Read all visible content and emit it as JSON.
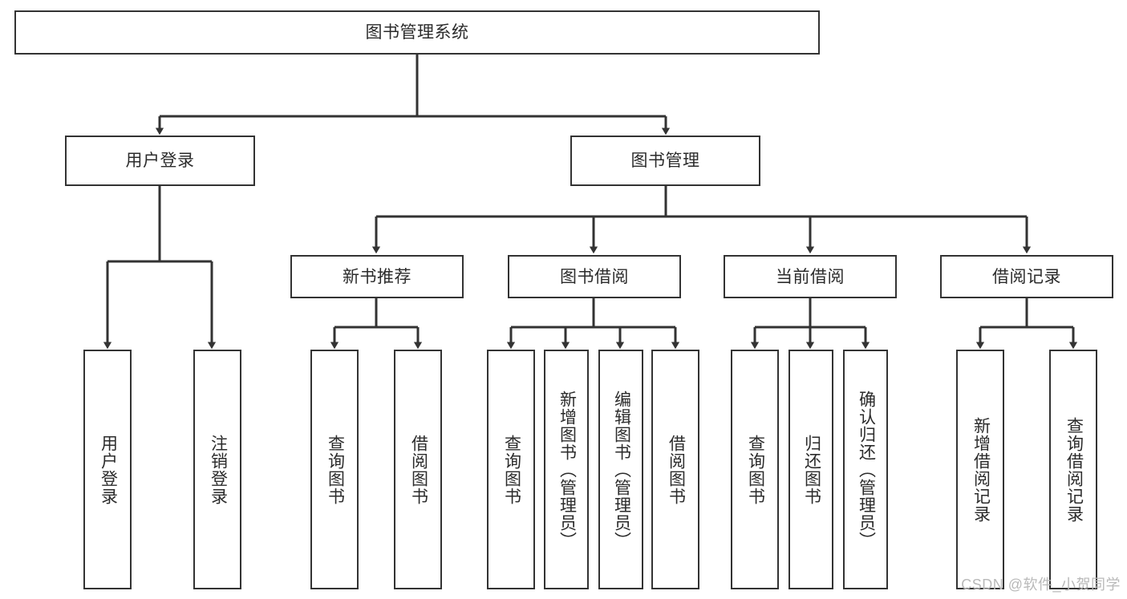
{
  "diagram": {
    "type": "tree-hierarchy-chart",
    "title": "图书管理系统",
    "watermark": "CSDN @软件_小贺同学",
    "colors": {
      "stroke": "#333333",
      "fill": "#ffffff",
      "text": "#2b2b2b",
      "watermark": "#b9b9b9"
    },
    "levels": {
      "level0": [
        {
          "id": "root",
          "label": "图书管理系统",
          "orientation": "horizontal"
        }
      ],
      "level1": [
        {
          "id": "user-login",
          "label": "用户登录",
          "orientation": "horizontal"
        },
        {
          "id": "book-manage",
          "label": "图书管理",
          "orientation": "horizontal"
        }
      ],
      "level2": [
        {
          "id": "new-book-rec",
          "label": "新书推荐",
          "orientation": "horizontal"
        },
        {
          "id": "book-borrow",
          "label": "图书借阅",
          "orientation": "horizontal"
        },
        {
          "id": "current-borrow",
          "label": "当前借阅",
          "orientation": "horizontal"
        },
        {
          "id": "borrow-record",
          "label": "借阅记录",
          "orientation": "horizontal"
        }
      ],
      "level3": [
        {
          "id": "leaf-user-login",
          "label": "用户登录",
          "orientation": "vertical",
          "parent": "user-login"
        },
        {
          "id": "leaf-user-logout",
          "label": "注销登录",
          "orientation": "vertical",
          "parent": "user-login"
        },
        {
          "id": "leaf-query-book-1",
          "label": "查询图书",
          "orientation": "vertical",
          "parent": "new-book-rec"
        },
        {
          "id": "leaf-borrow-book-1",
          "label": "借阅图书",
          "orientation": "vertical",
          "parent": "new-book-rec"
        },
        {
          "id": "leaf-query-book-2",
          "label": "查询图书",
          "orientation": "vertical",
          "parent": "book-borrow"
        },
        {
          "id": "leaf-add-book",
          "label": "新增图书（管理员）",
          "orientation": "vertical",
          "parent": "book-borrow"
        },
        {
          "id": "leaf-edit-book",
          "label": "编辑图书（管理员）",
          "orientation": "vertical",
          "parent": "book-borrow"
        },
        {
          "id": "leaf-borrow-book-2",
          "label": "借阅图书",
          "orientation": "vertical",
          "parent": "book-borrow"
        },
        {
          "id": "leaf-query-book-3",
          "label": "查询图书",
          "orientation": "vertical",
          "parent": "current-borrow"
        },
        {
          "id": "leaf-return-book",
          "label": "归还图书",
          "orientation": "vertical",
          "parent": "current-borrow"
        },
        {
          "id": "leaf-confirm-return",
          "label": "确认归还（管理员）",
          "orientation": "vertical",
          "parent": "current-borrow"
        },
        {
          "id": "leaf-add-record",
          "label": "新增借阅记录",
          "orientation": "vertical",
          "parent": "borrow-record"
        },
        {
          "id": "leaf-query-record",
          "label": "查询借阅记录",
          "orientation": "vertical",
          "parent": "borrow-record"
        }
      ]
    }
  }
}
